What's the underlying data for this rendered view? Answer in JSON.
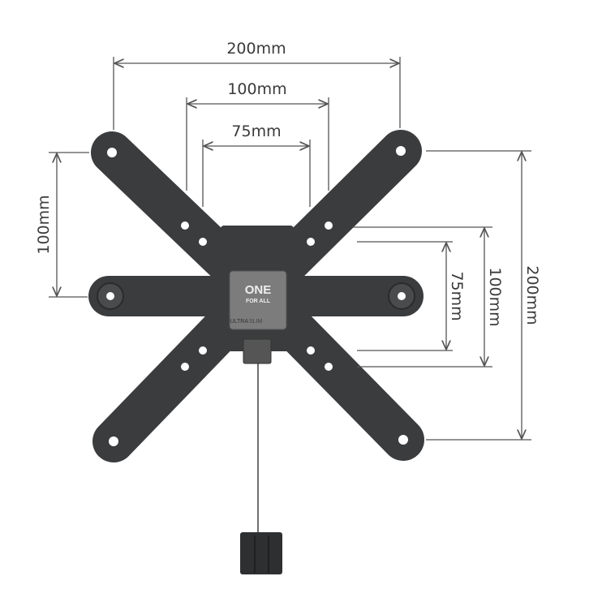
{
  "dimensions": {
    "top_outer": "200mm",
    "top_middle": "100mm",
    "top_inner": "75mm",
    "left": "100mm",
    "right_inner": "75mm",
    "right_middle": "100mm",
    "right_outer": "200mm"
  },
  "logo": {
    "line1": "ONE",
    "line2": "FOR ALL",
    "product_a": "ULTRA",
    "product_b": "SLIM"
  },
  "colors": {
    "bracket": "#3b3c3e",
    "badge": "#7c7c7c",
    "line": "#555555"
  }
}
